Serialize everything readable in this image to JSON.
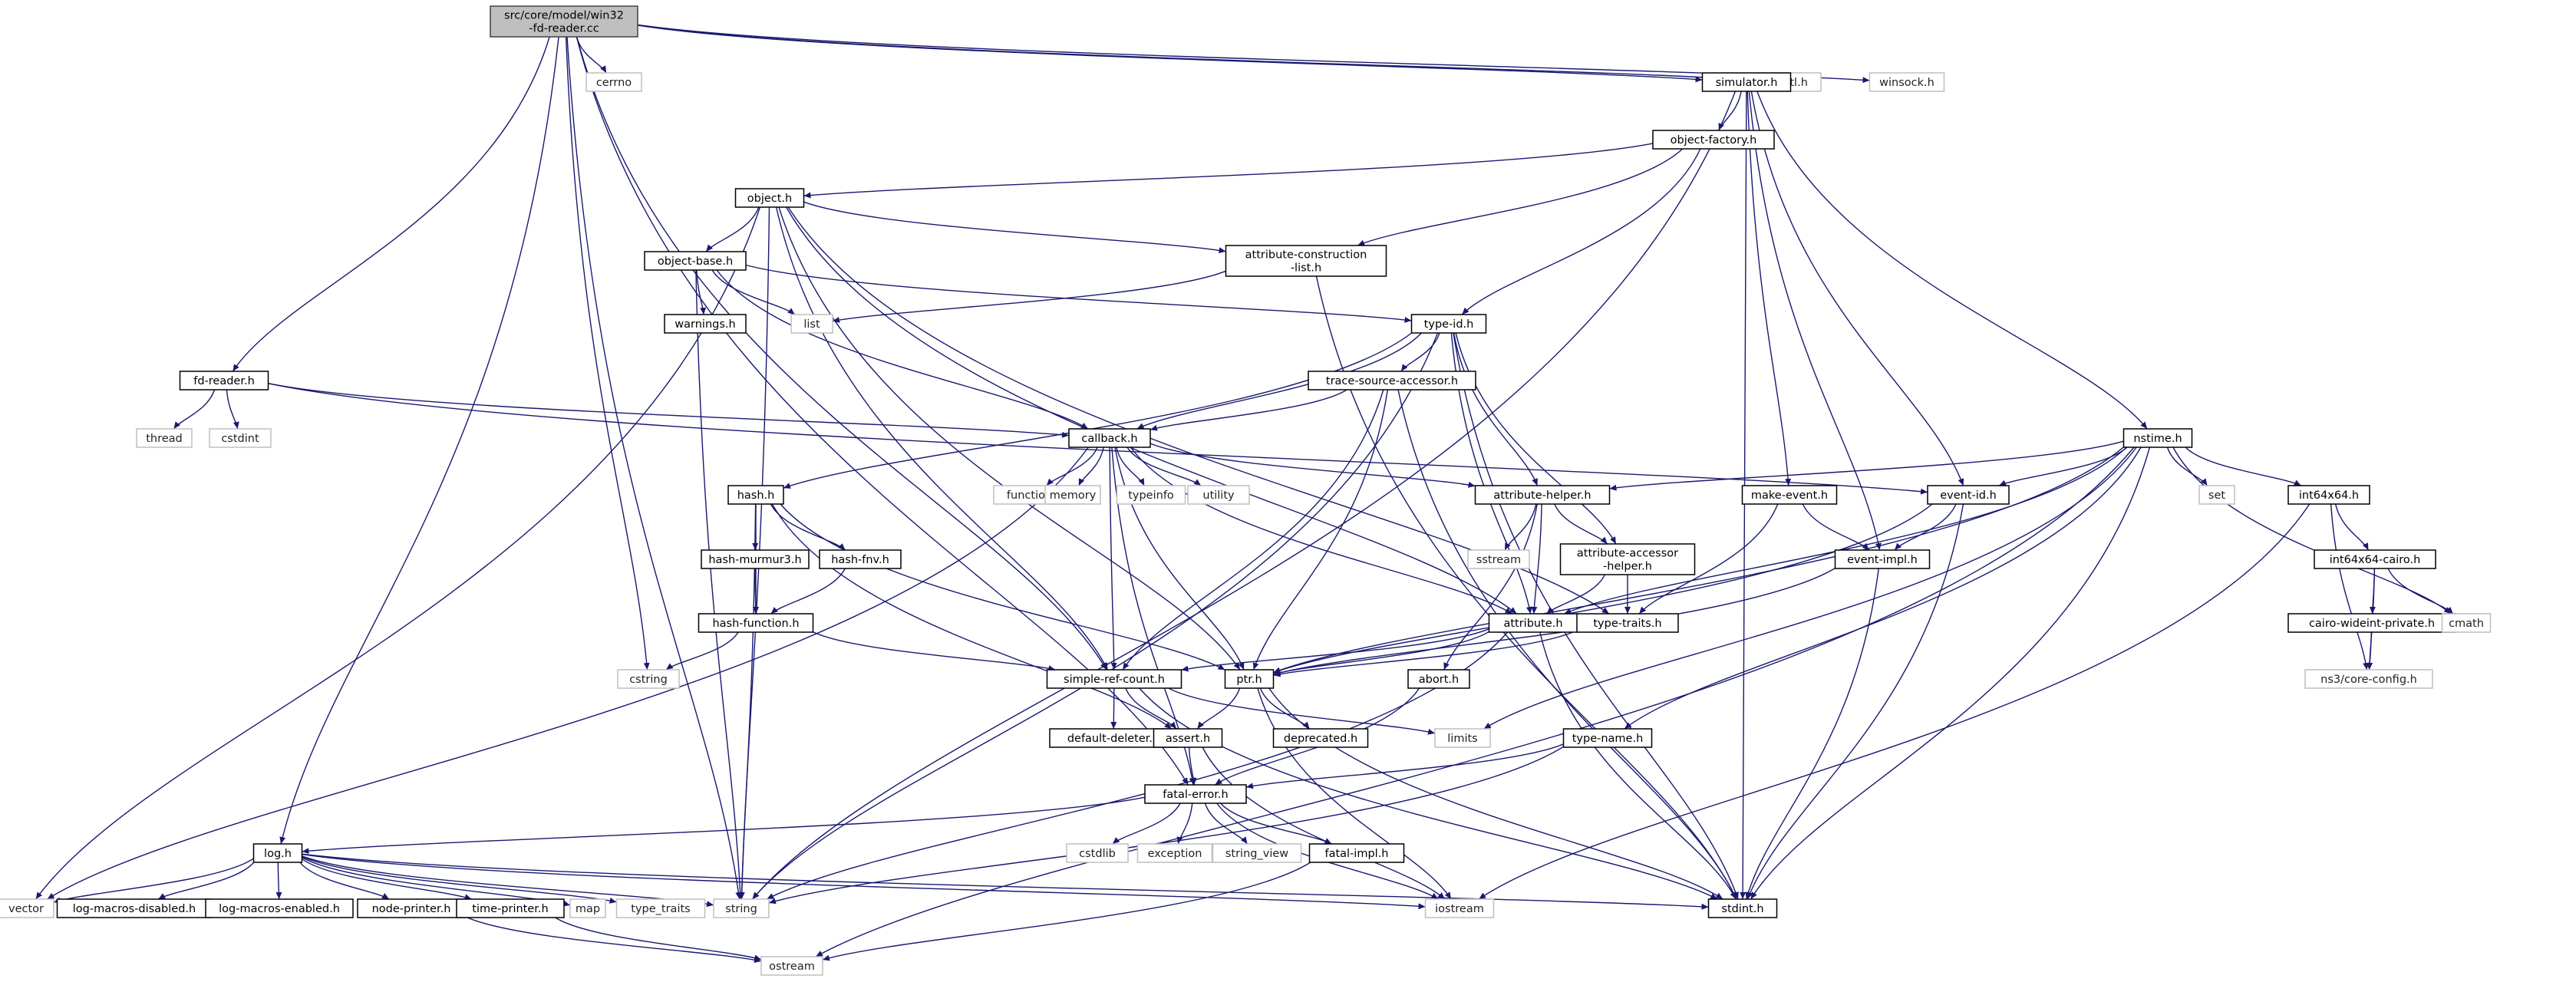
{
  "colors": {
    "edge": "#191970",
    "root_fill": "#bfbfbf",
    "root_stroke": "#404040",
    "local_stroke": "#000000",
    "system_stroke": "#bfbfbf"
  },
  "nodes": [
    {
      "id": "root",
      "kind": "root",
      "lines": [
        "src/core/model/win32",
        "-fd-reader.cc"
      ]
    },
    {
      "id": "cerrno",
      "kind": "system",
      "lines": [
        "cerrno"
      ]
    },
    {
      "id": "fcntl",
      "kind": "system",
      "lines": [
        "fcntl.h"
      ]
    },
    {
      "id": "winsock",
      "kind": "system",
      "lines": [
        "winsock.h"
      ]
    },
    {
      "id": "simulator",
      "kind": "local",
      "lines": [
        "simulator.h"
      ]
    },
    {
      "id": "object-factory",
      "kind": "local",
      "lines": [
        "object-factory.h"
      ]
    },
    {
      "id": "object",
      "kind": "local",
      "lines": [
        "object.h"
      ]
    },
    {
      "id": "object-base",
      "kind": "local",
      "lines": [
        "object-base.h"
      ]
    },
    {
      "id": "attr-construction",
      "kind": "local",
      "lines": [
        "attribute-construction",
        "-list.h"
      ]
    },
    {
      "id": "warnings",
      "kind": "local",
      "lines": [
        "warnings.h"
      ]
    },
    {
      "id": "list",
      "kind": "system",
      "lines": [
        "list"
      ]
    },
    {
      "id": "type-id",
      "kind": "local",
      "lines": [
        "type-id.h"
      ]
    },
    {
      "id": "fd-reader",
      "kind": "local",
      "lines": [
        "fd-reader.h"
      ]
    },
    {
      "id": "thread",
      "kind": "system",
      "lines": [
        "thread"
      ]
    },
    {
      "id": "cstdint",
      "kind": "system",
      "lines": [
        "cstdint"
      ]
    },
    {
      "id": "trace-source",
      "kind": "local",
      "lines": [
        "trace-source-accessor.h"
      ]
    },
    {
      "id": "callback",
      "kind": "local",
      "lines": [
        "callback.h"
      ]
    },
    {
      "id": "functional",
      "kind": "system",
      "lines": [
        "functional"
      ]
    },
    {
      "id": "memory",
      "kind": "system",
      "lines": [
        "memory"
      ]
    },
    {
      "id": "typeinfo",
      "kind": "system",
      "lines": [
        "typeinfo"
      ]
    },
    {
      "id": "utility",
      "kind": "system",
      "lines": [
        "utility"
      ]
    },
    {
      "id": "hash",
      "kind": "local",
      "lines": [
        "hash.h"
      ]
    },
    {
      "id": "hash-murmur3",
      "kind": "local",
      "lines": [
        "hash-murmur3.h"
      ]
    },
    {
      "id": "hash-fnv",
      "kind": "local",
      "lines": [
        "hash-fnv.h"
      ]
    },
    {
      "id": "hash-function",
      "kind": "local",
      "lines": [
        "hash-function.h"
      ]
    },
    {
      "id": "cstring",
      "kind": "system",
      "lines": [
        "cstring"
      ]
    },
    {
      "id": "attribute-helper",
      "kind": "local",
      "lines": [
        "attribute-helper.h"
      ]
    },
    {
      "id": "sstream",
      "kind": "system",
      "lines": [
        "sstream"
      ]
    },
    {
      "id": "attribute-accessor",
      "kind": "local",
      "lines": [
        "attribute-accessor",
        "-helper.h"
      ]
    },
    {
      "id": "attribute",
      "kind": "local",
      "lines": [
        "attribute.h"
      ]
    },
    {
      "id": "type-traits-h",
      "kind": "local",
      "lines": [
        "type-traits.h"
      ]
    },
    {
      "id": "make-event",
      "kind": "local",
      "lines": [
        "make-event.h"
      ]
    },
    {
      "id": "event-id",
      "kind": "local",
      "lines": [
        "event-id.h"
      ]
    },
    {
      "id": "event-impl",
      "kind": "local",
      "lines": [
        "event-impl.h"
      ]
    },
    {
      "id": "nstime",
      "kind": "local",
      "lines": [
        "nstime.h"
      ]
    },
    {
      "id": "set",
      "kind": "system",
      "lines": [
        "set"
      ]
    },
    {
      "id": "int64x64",
      "kind": "local",
      "lines": [
        "int64x64.h"
      ]
    },
    {
      "id": "int64x64-cairo",
      "kind": "local",
      "lines": [
        "int64x64-cairo.h"
      ]
    },
    {
      "id": "cairo-wideint",
      "kind": "local",
      "lines": [
        "cairo-wideint-private.h"
      ]
    },
    {
      "id": "cmath",
      "kind": "system",
      "lines": [
        "cmath"
      ]
    },
    {
      "id": "core-config",
      "kind": "system",
      "lines": [
        "ns3/core-config.h"
      ]
    },
    {
      "id": "simple-ref-count",
      "kind": "local",
      "lines": [
        "simple-ref-count.h"
      ]
    },
    {
      "id": "ptr",
      "kind": "local",
      "lines": [
        "ptr.h"
      ]
    },
    {
      "id": "limits",
      "kind": "system",
      "lines": [
        "limits"
      ]
    },
    {
      "id": "abort",
      "kind": "local",
      "lines": [
        "abort.h"
      ]
    },
    {
      "id": "default-deleter",
      "kind": "local",
      "lines": [
        "default-deleter.h"
      ]
    },
    {
      "id": "assert",
      "kind": "local",
      "lines": [
        "assert.h"
      ]
    },
    {
      "id": "deprecated",
      "kind": "local",
      "lines": [
        "deprecated.h"
      ]
    },
    {
      "id": "type-name",
      "kind": "local",
      "lines": [
        "type-name.h"
      ]
    },
    {
      "id": "fatal-error",
      "kind": "local",
      "lines": [
        "fatal-error.h"
      ]
    },
    {
      "id": "cstdlib",
      "kind": "system",
      "lines": [
        "cstdlib"
      ]
    },
    {
      "id": "exception",
      "kind": "system",
      "lines": [
        "exception"
      ]
    },
    {
      "id": "string-view",
      "kind": "system",
      "lines": [
        "string_view"
      ]
    },
    {
      "id": "fatal-impl",
      "kind": "local",
      "lines": [
        "fatal-impl.h"
      ]
    },
    {
      "id": "log",
      "kind": "local",
      "lines": [
        "log.h"
      ]
    },
    {
      "id": "vector",
      "kind": "system",
      "lines": [
        "vector"
      ]
    },
    {
      "id": "log-macros-disabled",
      "kind": "local",
      "lines": [
        "log-macros-disabled.h"
      ]
    },
    {
      "id": "log-macros-enabled",
      "kind": "local",
      "lines": [
        "log-macros-enabled.h"
      ]
    },
    {
      "id": "node-printer",
      "kind": "local",
      "lines": [
        "node-printer.h"
      ]
    },
    {
      "id": "time-printer",
      "kind": "local",
      "lines": [
        "time-printer.h"
      ]
    },
    {
      "id": "map",
      "kind": "system",
      "lines": [
        "map"
      ]
    },
    {
      "id": "type-traits-std",
      "kind": "system",
      "lines": [
        "type_traits"
      ]
    },
    {
      "id": "string",
      "kind": "system",
      "lines": [
        "string"
      ]
    },
    {
      "id": "iostream",
      "kind": "system",
      "lines": [
        "iostream"
      ]
    },
    {
      "id": "stdint",
      "kind": "local",
      "lines": [
        "stdint.h"
      ]
    },
    {
      "id": "ostream",
      "kind": "system",
      "lines": [
        "ostream"
      ]
    }
  ],
  "edges": [
    [
      "root",
      "cerrno"
    ],
    [
      "root",
      "fcntl"
    ],
    [
      "root",
      "winsock"
    ],
    [
      "root",
      "simulator"
    ],
    [
      "root",
      "fd-reader"
    ],
    [
      "root",
      "log"
    ],
    [
      "root",
      "cstring"
    ],
    [
      "root",
      "fatal-error"
    ],
    [
      "root",
      "simple-ref-count"
    ],
    [
      "root",
      "string"
    ],
    [
      "simulator",
      "object-factory"
    ],
    [
      "simulator",
      "make-event"
    ],
    [
      "simulator",
      "event-id"
    ],
    [
      "simulator",
      "event-impl"
    ],
    [
      "simulator",
      "nstime"
    ],
    [
      "simulator",
      "stdint"
    ],
    [
      "simulator",
      "string"
    ],
    [
      "object-factory",
      "object"
    ],
    [
      "object-factory",
      "attr-construction"
    ],
    [
      "object-factory",
      "type-id"
    ],
    [
      "object",
      "object-base"
    ],
    [
      "object",
      "attr-construction"
    ],
    [
      "object",
      "ptr"
    ],
    [
      "object",
      "simple-ref-count"
    ],
    [
      "object",
      "attribute"
    ],
    [
      "object",
      "type-traits-h"
    ],
    [
      "object",
      "vector"
    ],
    [
      "object",
      "string"
    ],
    [
      "object-base",
      "warnings"
    ],
    [
      "object-base",
      "list"
    ],
    [
      "object-base",
      "type-id"
    ],
    [
      "object-base",
      "callback"
    ],
    [
      "object-base",
      "string"
    ],
    [
      "attr-construction",
      "list"
    ],
    [
      "attr-construction",
      "stdint"
    ],
    [
      "type-id",
      "trace-source"
    ],
    [
      "type-id",
      "callback"
    ],
    [
      "type-id",
      "hash"
    ],
    [
      "type-id",
      "attribute-helper"
    ],
    [
      "type-id",
      "attribute-accessor"
    ],
    [
      "type-id",
      "attribute"
    ],
    [
      "type-id",
      "stdint"
    ],
    [
      "type-id",
      "string"
    ],
    [
      "fd-reader",
      "thread"
    ],
    [
      "fd-reader",
      "cstdint"
    ],
    [
      "fd-reader",
      "callback"
    ],
    [
      "fd-reader",
      "event-id"
    ],
    [
      "trace-source",
      "callback"
    ],
    [
      "trace-source",
      "simple-ref-count"
    ],
    [
      "trace-source",
      "ptr"
    ],
    [
      "trace-source",
      "stdint"
    ],
    [
      "callback",
      "functional"
    ],
    [
      "callback",
      "memory"
    ],
    [
      "callback",
      "typeinfo"
    ],
    [
      "callback",
      "utility"
    ],
    [
      "callback",
      "attribute-helper"
    ],
    [
      "callback",
      "attribute"
    ],
    [
      "callback",
      "ptr"
    ],
    [
      "callback",
      "simple-ref-count"
    ],
    [
      "callback",
      "fatal-error"
    ],
    [
      "callback",
      "vector"
    ],
    [
      "hash",
      "hash-murmur3"
    ],
    [
      "hash",
      "hash-fnv"
    ],
    [
      "hash",
      "hash-function"
    ],
    [
      "hash",
      "assert"
    ],
    [
      "hash",
      "ptr"
    ],
    [
      "hash",
      "string"
    ],
    [
      "hash-murmur3",
      "hash-function"
    ],
    [
      "hash-fnv",
      "hash-function"
    ],
    [
      "hash-function",
      "cstring"
    ],
    [
      "hash-function",
      "simple-ref-count"
    ],
    [
      "attribute-helper",
      "sstream"
    ],
    [
      "attribute-helper",
      "attribute-accessor"
    ],
    [
      "attribute-helper",
      "attribute"
    ],
    [
      "attribute-helper",
      "abort"
    ],
    [
      "attribute-accessor",
      "attribute"
    ],
    [
      "attribute-accessor",
      "type-traits-h"
    ],
    [
      "attribute",
      "ptr"
    ],
    [
      "attribute",
      "simple-ref-count"
    ],
    [
      "attribute",
      "stdint"
    ],
    [
      "attribute",
      "string"
    ],
    [
      "type-traits-h",
      "ptr"
    ],
    [
      "make-event",
      "event-impl"
    ],
    [
      "make-event",
      "type-traits-h"
    ],
    [
      "event-id",
      "event-impl"
    ],
    [
      "event-id",
      "ptr"
    ],
    [
      "event-id",
      "stdint"
    ],
    [
      "event-impl",
      "ptr"
    ],
    [
      "event-impl",
      "stdint"
    ],
    [
      "nstime",
      "attribute-helper"
    ],
    [
      "nstime",
      "event-id"
    ],
    [
      "nstime",
      "set"
    ],
    [
      "nstime",
      "int64x64"
    ],
    [
      "nstime",
      "cmath"
    ],
    [
      "nstime",
      "attribute"
    ],
    [
      "nstime",
      "type-name"
    ],
    [
      "nstime",
      "limits"
    ],
    [
      "nstime",
      "stdint"
    ],
    [
      "nstime",
      "ostream"
    ],
    [
      "nstime",
      "ptr"
    ],
    [
      "int64x64",
      "int64x64-cairo"
    ],
    [
      "int64x64",
      "core-config"
    ],
    [
      "int64x64",
      "iostream"
    ],
    [
      "int64x64-cairo",
      "cairo-wideint"
    ],
    [
      "int64x64-cairo",
      "cmath"
    ],
    [
      "int64x64-cairo",
      "core-config"
    ],
    [
      "cairo-wideint",
      "core-config"
    ],
    [
      "simple-ref-count",
      "default-deleter"
    ],
    [
      "simple-ref-count",
      "assert"
    ],
    [
      "simple-ref-count",
      "limits"
    ],
    [
      "simple-ref-count",
      "stdint"
    ],
    [
      "ptr",
      "assert"
    ],
    [
      "ptr",
      "deprecated"
    ],
    [
      "ptr",
      "iostream"
    ],
    [
      "ptr",
      "stdint"
    ],
    [
      "abort",
      "fatal-error"
    ],
    [
      "assert",
      "fatal-error"
    ],
    [
      "assert",
      "iostream"
    ],
    [
      "type-name",
      "fatal-error"
    ],
    [
      "type-name",
      "string"
    ],
    [
      "fatal-error",
      "cstdlib"
    ],
    [
      "fatal-error",
      "exception"
    ],
    [
      "fatal-error",
      "string-view"
    ],
    [
      "fatal-error",
      "fatal-impl"
    ],
    [
      "fatal-error",
      "iostream"
    ],
    [
      "fatal-error",
      "log"
    ],
    [
      "fatal-impl",
      "ostream"
    ],
    [
      "log",
      "vector"
    ],
    [
      "log",
      "log-macros-disabled"
    ],
    [
      "log",
      "log-macros-enabled"
    ],
    [
      "log",
      "node-printer"
    ],
    [
      "log",
      "time-printer"
    ],
    [
      "log",
      "map"
    ],
    [
      "log",
      "type-traits-std"
    ],
    [
      "log",
      "string"
    ],
    [
      "log",
      "iostream"
    ],
    [
      "log",
      "stdint"
    ],
    [
      "node-printer",
      "ostream"
    ],
    [
      "time-printer",
      "ostream"
    ]
  ]
}
